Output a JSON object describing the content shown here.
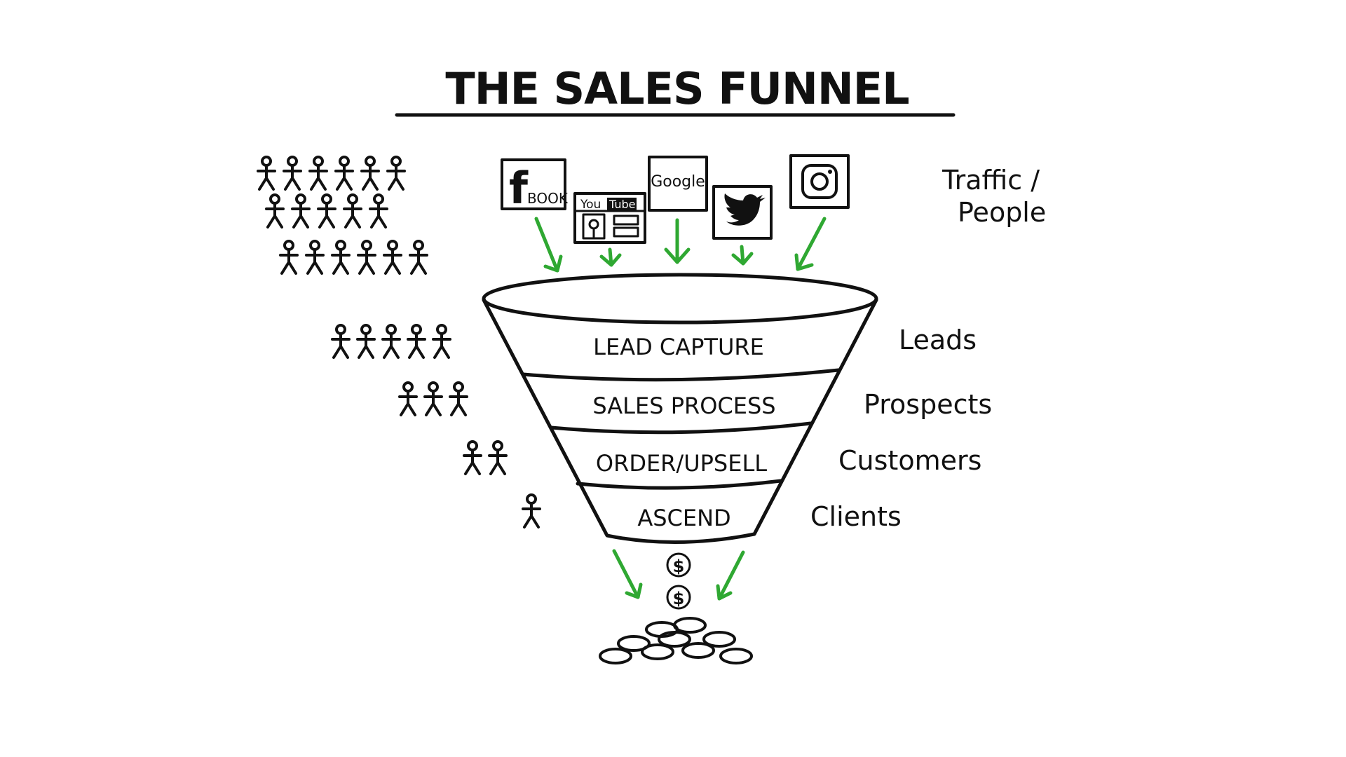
{
  "title": "THE SALES FUNNEL",
  "sources": [
    {
      "id": "facebook",
      "icon": "facebook-icon",
      "label_main": "f",
      "label_sub": "BOOK"
    },
    {
      "id": "youtube",
      "icon": "youtube-icon",
      "label_main": "You",
      "label_sub": "Tube"
    },
    {
      "id": "google",
      "icon": "google-icon",
      "label_main": "Google"
    },
    {
      "id": "twitter",
      "icon": "twitter-bird-icon"
    },
    {
      "id": "instagram",
      "icon": "instagram-camera-icon"
    }
  ],
  "traffic_label": [
    "Traffic /",
    "People"
  ],
  "crowd_rows": [
    6,
    5,
    6
  ],
  "stages": [
    {
      "label": "LEAD CAPTURE",
      "side_label": "Leads",
      "people": 5
    },
    {
      "label": "SALES PROCESS",
      "side_label": "Prospects",
      "people": 3
    },
    {
      "label": "ORDER/UPSELL",
      "side_label": "Customers",
      "people": 2
    },
    {
      "label": "ASCEND",
      "side_label": "Clients",
      "people": 1
    }
  ],
  "coin_symbol": "$",
  "colors": {
    "ink": "#111111",
    "arrow": "#2fa832",
    "background": "#ffffff"
  }
}
